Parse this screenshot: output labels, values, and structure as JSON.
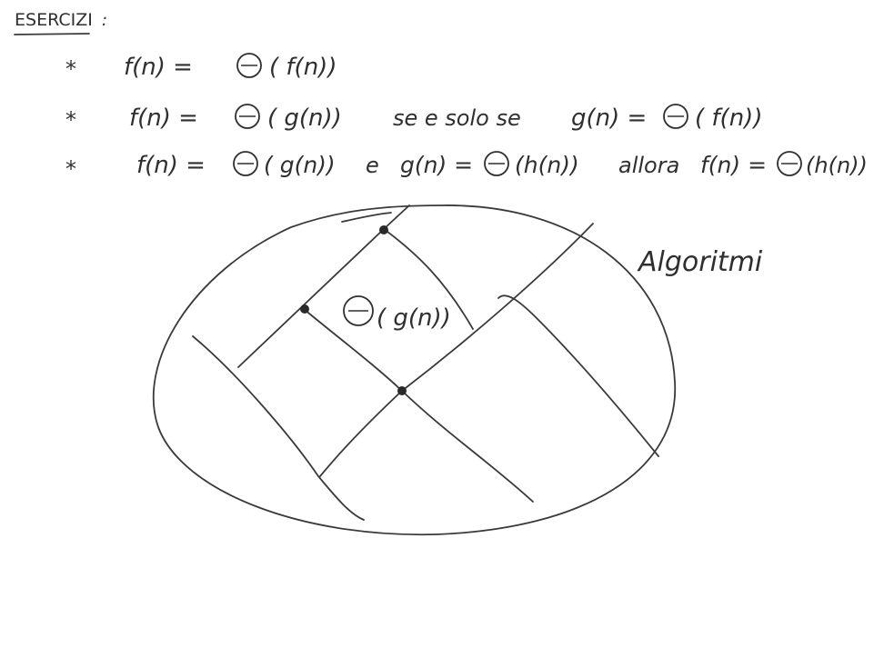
{
  "header": {
    "title": "ESERCIZI",
    "colon": ":"
  },
  "exercises": [
    {
      "bullet": "*",
      "lhs": "f(n) =",
      "theta": "Θ",
      "rhs": "( f(n))",
      "tail": "",
      "tail2_lhs": "",
      "tail2_rhs": "",
      "tail3": "",
      "tail3_lhs": "",
      "tail3_rhs": ""
    },
    {
      "bullet": "*",
      "lhs": "f(n) =",
      "theta": "Θ",
      "rhs": "( g(n))",
      "tail": "se e solo se",
      "tail2_lhs": "g(n) =",
      "tail2_rhs": "( f(n))",
      "tail3": "",
      "tail3_lhs": "",
      "tail3_rhs": ""
    },
    {
      "bullet": "*",
      "lhs": "f(n) =",
      "theta": "Θ",
      "rhs": "( g(n))",
      "tail": "e",
      "tail2_lhs": "g(n) =",
      "tail2_rhs": "(h(n))",
      "tail3": "allora",
      "tail3_lhs": "f(n) =",
      "tail3_rhs": "(h(n))"
    }
  ],
  "diagram": {
    "set_label": "Algoritmi",
    "class_label": "( g(n))",
    "class_theta": "Θ"
  }
}
